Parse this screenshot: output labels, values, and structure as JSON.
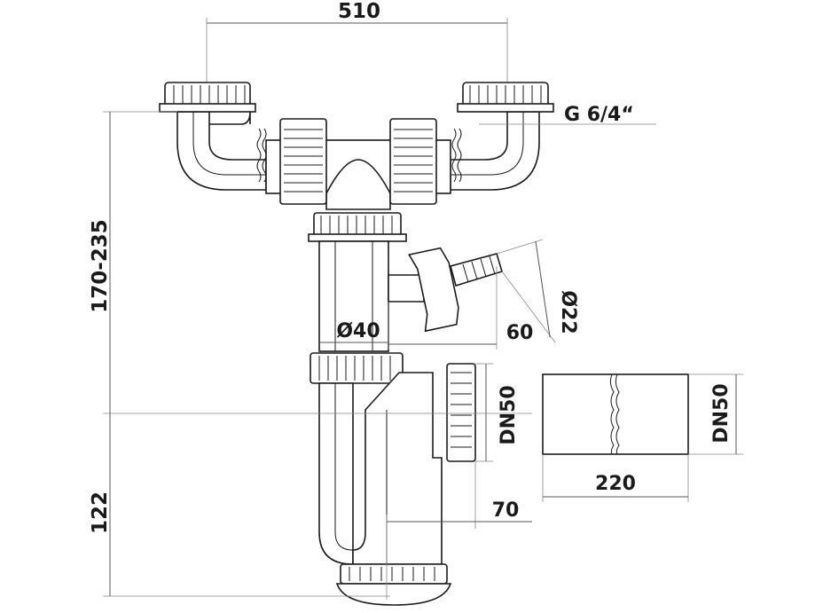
{
  "dimensions": {
    "width_between_inlets": "510",
    "inlet_thread": "G 6/4“",
    "height_adjustable": "170-235",
    "pipe_diameter": "Ø40",
    "hose_connector_length": "60",
    "hose_connector_diameter": "Ø22",
    "outlet_size_trap": "DN50",
    "outlet_size_pipe": "DN50",
    "outlet_pipe_length": "220",
    "outlet_offset": "70",
    "trap_height": "122"
  }
}
